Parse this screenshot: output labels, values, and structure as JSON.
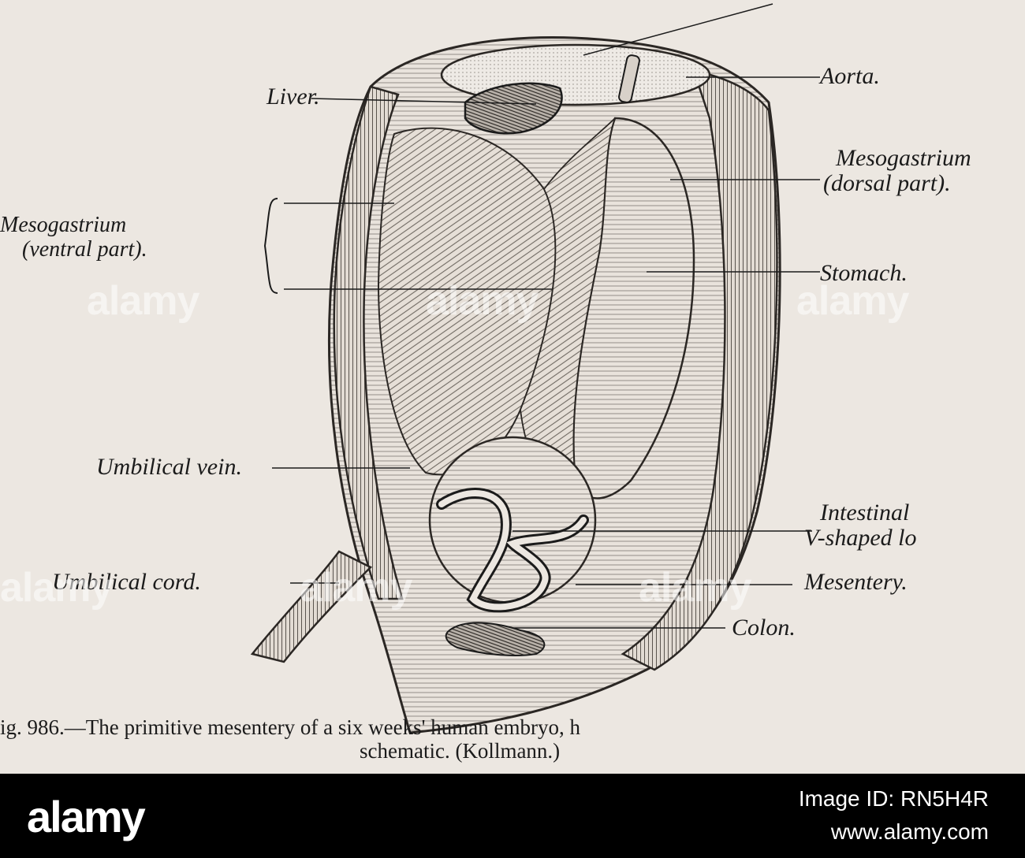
{
  "labels": {
    "liver": "Liver.",
    "aorta": "Aorta.",
    "mesogastrium_dorsal_1": "Mesogastrium",
    "mesogastrium_dorsal_2": "(dorsal part).",
    "mesogastrium_ventral_1": "Mesogastrium",
    "mesogastrium_ventral_2": "(ventral part).",
    "stomach": "Stomach.",
    "umbilical_vein": "Umbilical vein.",
    "intestinal_1": "Intestinal",
    "intestinal_2": "V-shaped lo",
    "umbilical_cord": "Umbilical cord.",
    "mesentery": "Mesentery.",
    "colon": "Colon."
  },
  "caption": {
    "line1": "ig. 986.—The primitive mesentery of a six weeks' human embryo, h",
    "line2": "schematic. (Kollmann.)"
  },
  "watermark": {
    "text": "alamy"
  },
  "footer": {
    "logo": "alamy",
    "image_id": "Image ID: RN5H4R",
    "url": "www.alamy.com"
  }
}
